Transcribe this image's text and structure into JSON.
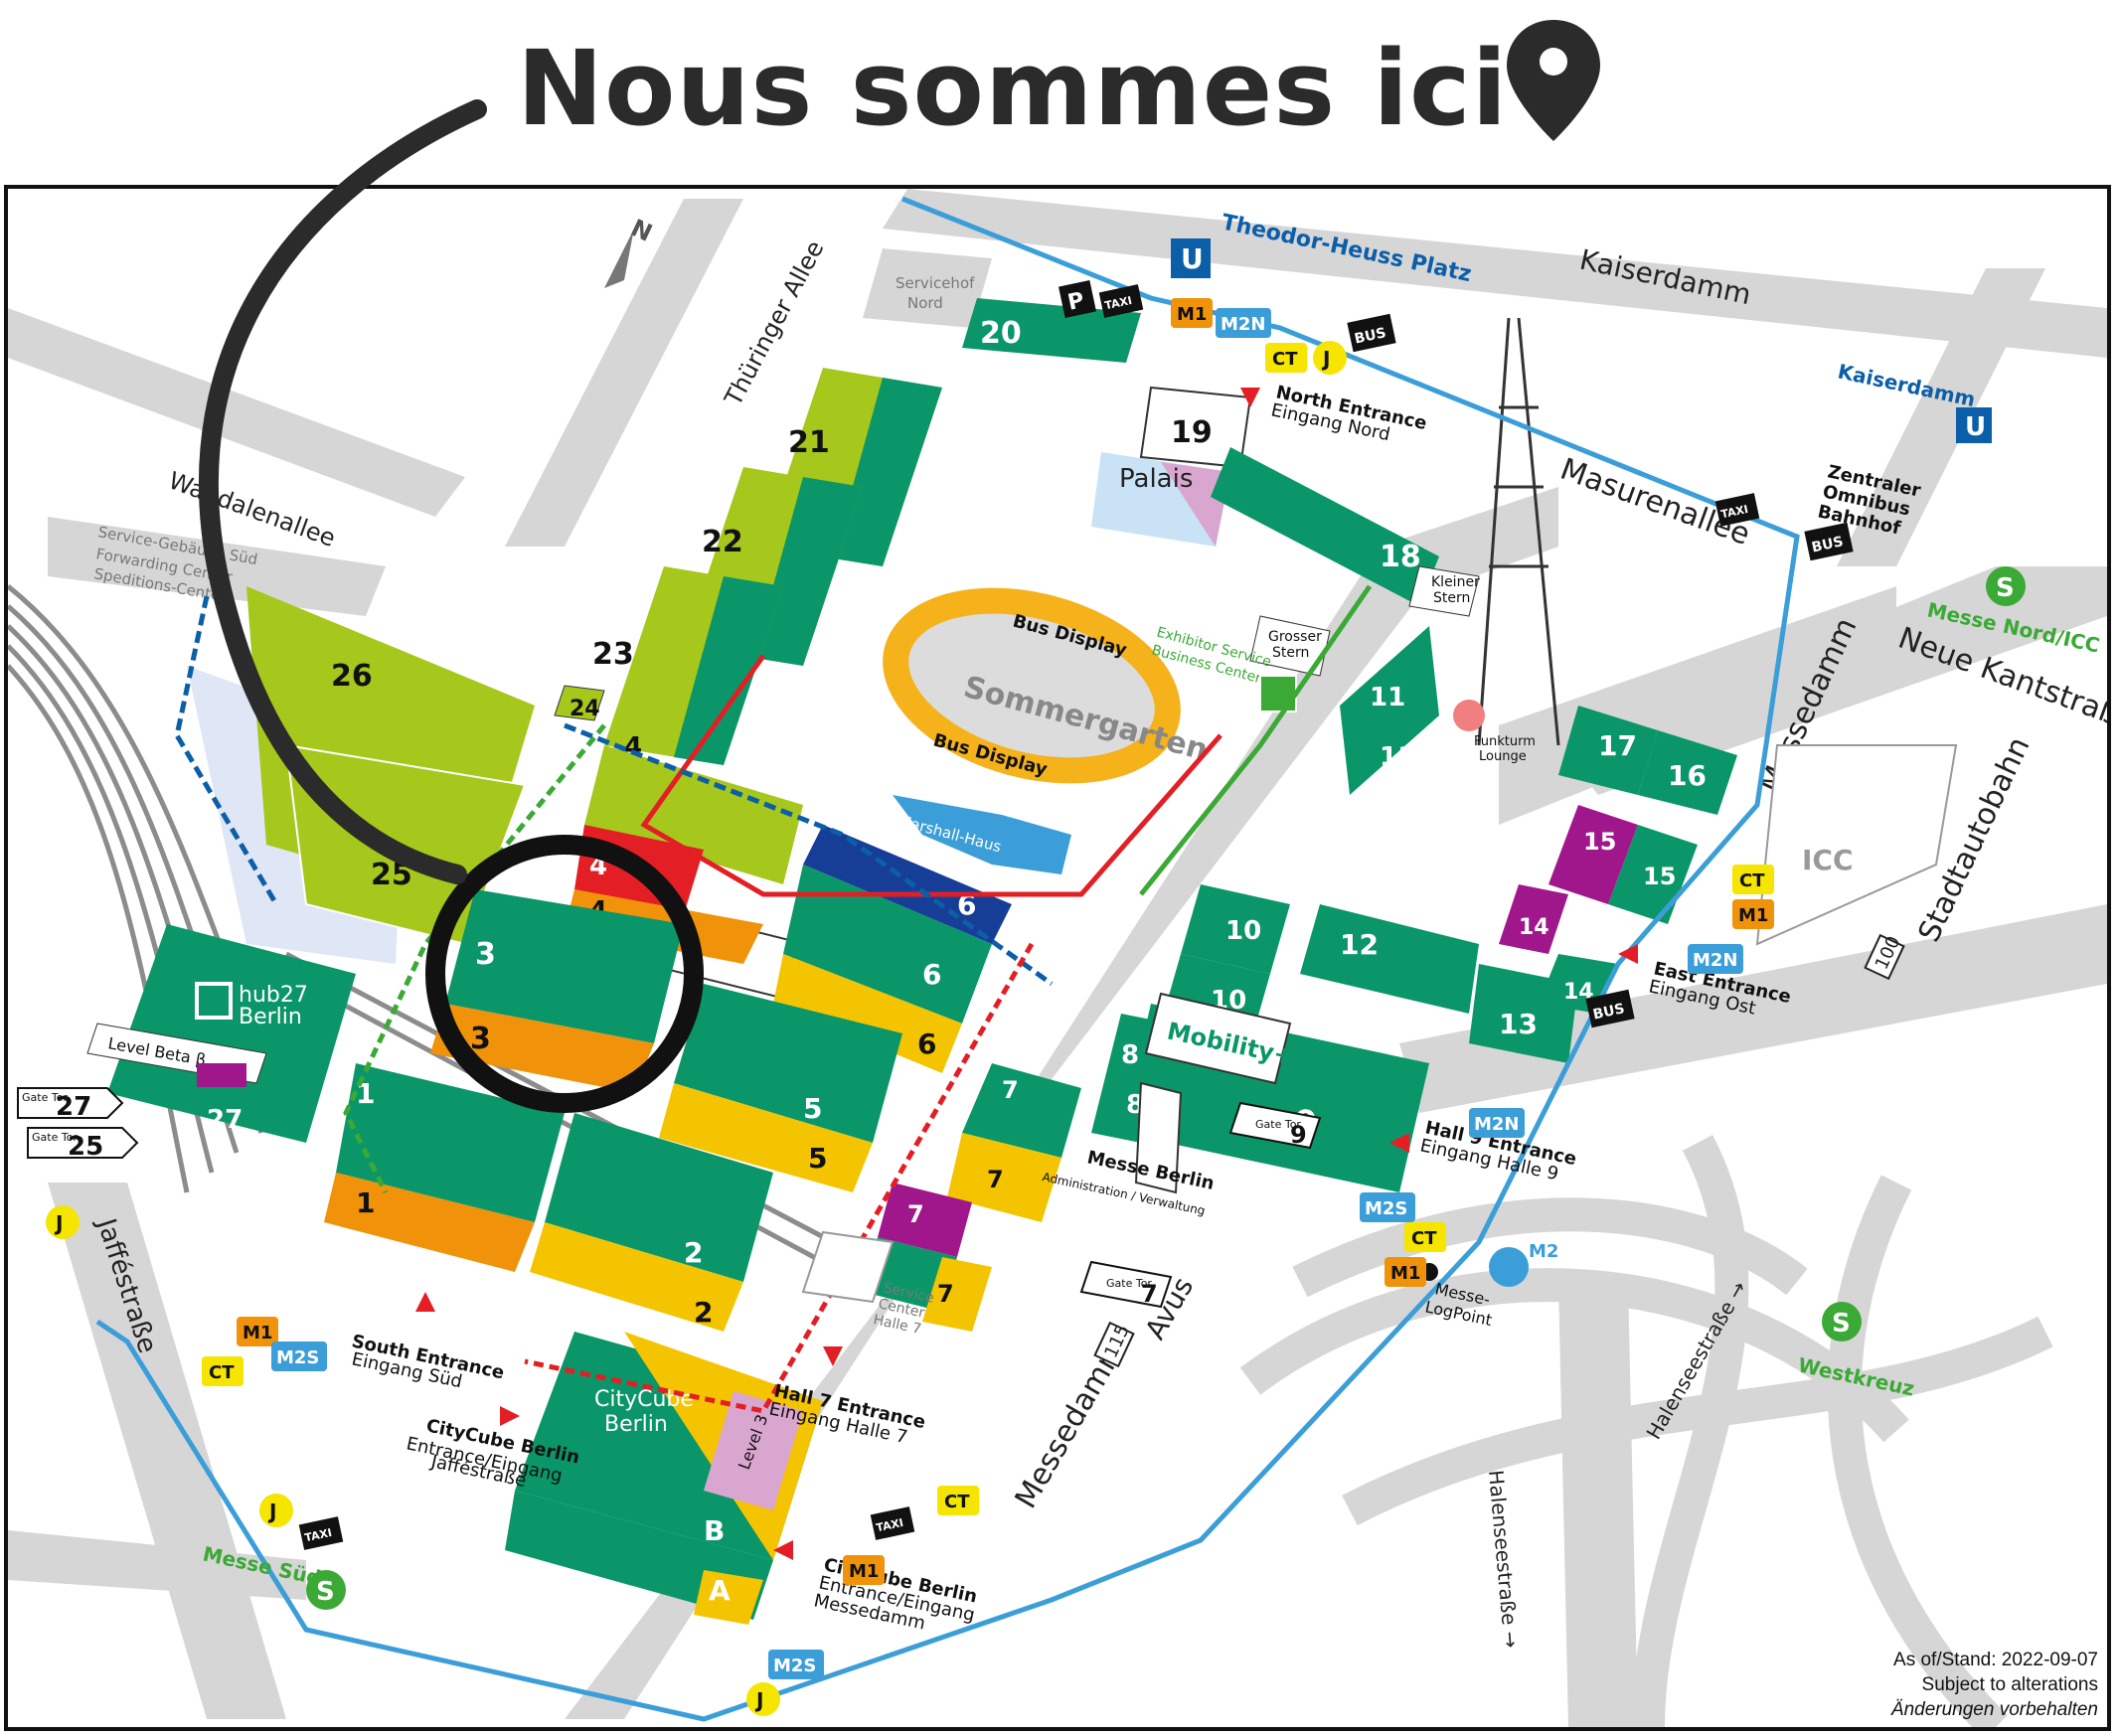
{
  "header": {
    "title": "Nous sommes ici",
    "pin_icon": "location-pin-icon"
  },
  "colors": {
    "hall_green": "#0a9668",
    "lime": "#a6c71b",
    "hall_yellow": "#f5c400",
    "hall_orange": "#f0920a",
    "hall_red": "#e31e24",
    "hall_navy": "#173e97",
    "hall_purple": "#a0178c",
    "pink": "#d9a6cf",
    "road_gray": "#d6d6d6",
    "route_blue": "#3b9ed8",
    "ubahn_blue": "#0b5ea8",
    "sbahn_green": "#3aa935",
    "bus_display": "#f5b21b",
    "highlight_circle": "#111111"
  },
  "compass": {
    "north": "N"
  },
  "streets": {
    "kaiserdamm": "Kaiserdamm",
    "masurenallee": "Masurenallee",
    "thueringer_allee": "Thüringer Allee",
    "waldenalle": "Wandalenallee",
    "neue_kantstrasse": "Neue Kantstraße",
    "messedamm_east": "Messedamm",
    "messedamm_south": "Messedamm",
    "stadtautobahn": "Stadtautobahn",
    "jaffestrasse": "Jafféstraße",
    "halenseestrasse_1": "Halenseestraße →",
    "halenseestrasse_2": "Halenseestraße →",
    "avus": "Avus",
    "route_100": "100",
    "route_115": "115"
  },
  "stations": {
    "theodor_heuss": "Theodor-Heuss Platz",
    "kaiserdamm_u": "Kaiserdamm",
    "zob_1": "Zentraler",
    "zob_2": "Omnibus",
    "zob_3": "Bahnhof",
    "messe_nord": "Messe Nord/ICC",
    "westkreuz": "Westkreuz",
    "messe_sued": "Messe Süd"
  },
  "service_buildings": {
    "servicehof_1": "Servicehof",
    "servicehof_2": "Nord",
    "service_gebaeude": "Service-Gebäude Süd",
    "forwarding": "Forwarding Center",
    "speditions": "Speditions-Center",
    "service_center_1": "Service",
    "service_center_2": "Center",
    "service_center_3": "Halle 7",
    "exhibitor_1": "Exhibitor Service",
    "exhibitor_2": "Business Center",
    "messe_berlin": "Messe Berlin",
    "messe_admin": "Administration / Verwaltung",
    "logpoint_1": "Messe-",
    "logpoint_2": "LogPoint",
    "marshall": "Marshall-Haus",
    "palais": "Palais",
    "kleiner_stern_1": "Kleiner",
    "kleiner_stern_2": "Stern",
    "grosser_stern_1": "Grosser",
    "grosser_stern_2": "Stern",
    "funkturm_1": "Funkturm",
    "funkturm_2": "Lounge",
    "sommergarten": "Sommergarten",
    "bus_display_1": "Bus Display",
    "bus_display_2": "Bus Display",
    "mobility": "Mobility+",
    "hub27_1": "hub27",
    "hub27_2": "Berlin",
    "level_beta": "Level Beta β",
    "citycube_1": "CityCube",
    "citycube_2": "Berlin",
    "level3": "Level 3",
    "icc": "ICC"
  },
  "entrances": {
    "north_1": "North Entrance",
    "north_2": "Eingang Nord",
    "east_1": "East Entrance",
    "east_2": "Eingang Ost",
    "hall9_1": "Hall 9 Entrance",
    "hall9_2": "Eingang Halle 9",
    "south_1": "South Entrance",
    "south_2": "Eingang Süd",
    "hall7_1": "Hall 7 Entrance",
    "hall7_2": "Eingang Halle 7",
    "cc_jaffe_1": "CityCube Berlin",
    "cc_jaffe_2": "Entrance/Eingang",
    "cc_jaffe_3": "Jafféstraße",
    "cc_messe_1": "CityCube Berlin",
    "cc_messe_2": "Entrance/Eingang",
    "cc_messe_3": "Messedamm"
  },
  "gates": {
    "g27_label": "Gate Tor",
    "g27": "27",
    "g25_label": "Gate Tor",
    "g25": "25",
    "g9_label": "Gate Tor",
    "g9": "9",
    "g7_label": "Gate Tor",
    "g7": "7"
  },
  "halls": [
    {
      "id": "20",
      "label": "20"
    },
    {
      "id": "19",
      "label": "19"
    },
    {
      "id": "18",
      "label": "18"
    },
    {
      "id": "21",
      "label": "21"
    },
    {
      "id": "22",
      "label": "22"
    },
    {
      "id": "23",
      "label": "23"
    },
    {
      "id": "24",
      "label": "24"
    },
    {
      "id": "25",
      "label": "25"
    },
    {
      "id": "26",
      "label": "26"
    },
    {
      "id": "17",
      "label": "17"
    },
    {
      "id": "16",
      "label": "16"
    },
    {
      "id": "15",
      "label": "15"
    },
    {
      "id": "14",
      "label": "14"
    },
    {
      "id": "13",
      "label": "13"
    },
    {
      "id": "12",
      "label": "12"
    },
    {
      "id": "11",
      "label": "11"
    },
    {
      "id": "10",
      "label": "10"
    },
    {
      "id": "9",
      "label": "9"
    },
    {
      "id": "8",
      "label": "8"
    },
    {
      "id": "7",
      "label": "7"
    },
    {
      "id": "6",
      "label": "6"
    },
    {
      "id": "5",
      "label": "5"
    },
    {
      "id": "4",
      "label": "4"
    },
    {
      "id": "3",
      "label": "3"
    },
    {
      "id": "2",
      "label": "2"
    },
    {
      "id": "1",
      "label": "1"
    },
    {
      "id": "27",
      "label": "27"
    },
    {
      "id": "A",
      "label": "A"
    },
    {
      "id": "B",
      "label": "B"
    }
  ],
  "transport": {
    "u": "U",
    "s": "S",
    "p": "P",
    "bus": "BUS",
    "taxi": "TAXI",
    "m1": "M1",
    "m2n": "M2N",
    "m2s": "M2S",
    "m2": "M2",
    "ct": "CT",
    "j": "J"
  },
  "status": {
    "line1": "As of/Stand: 2022-09-07",
    "line2": "Subject to alterations",
    "line3": "Änderungen vorbehalten"
  }
}
